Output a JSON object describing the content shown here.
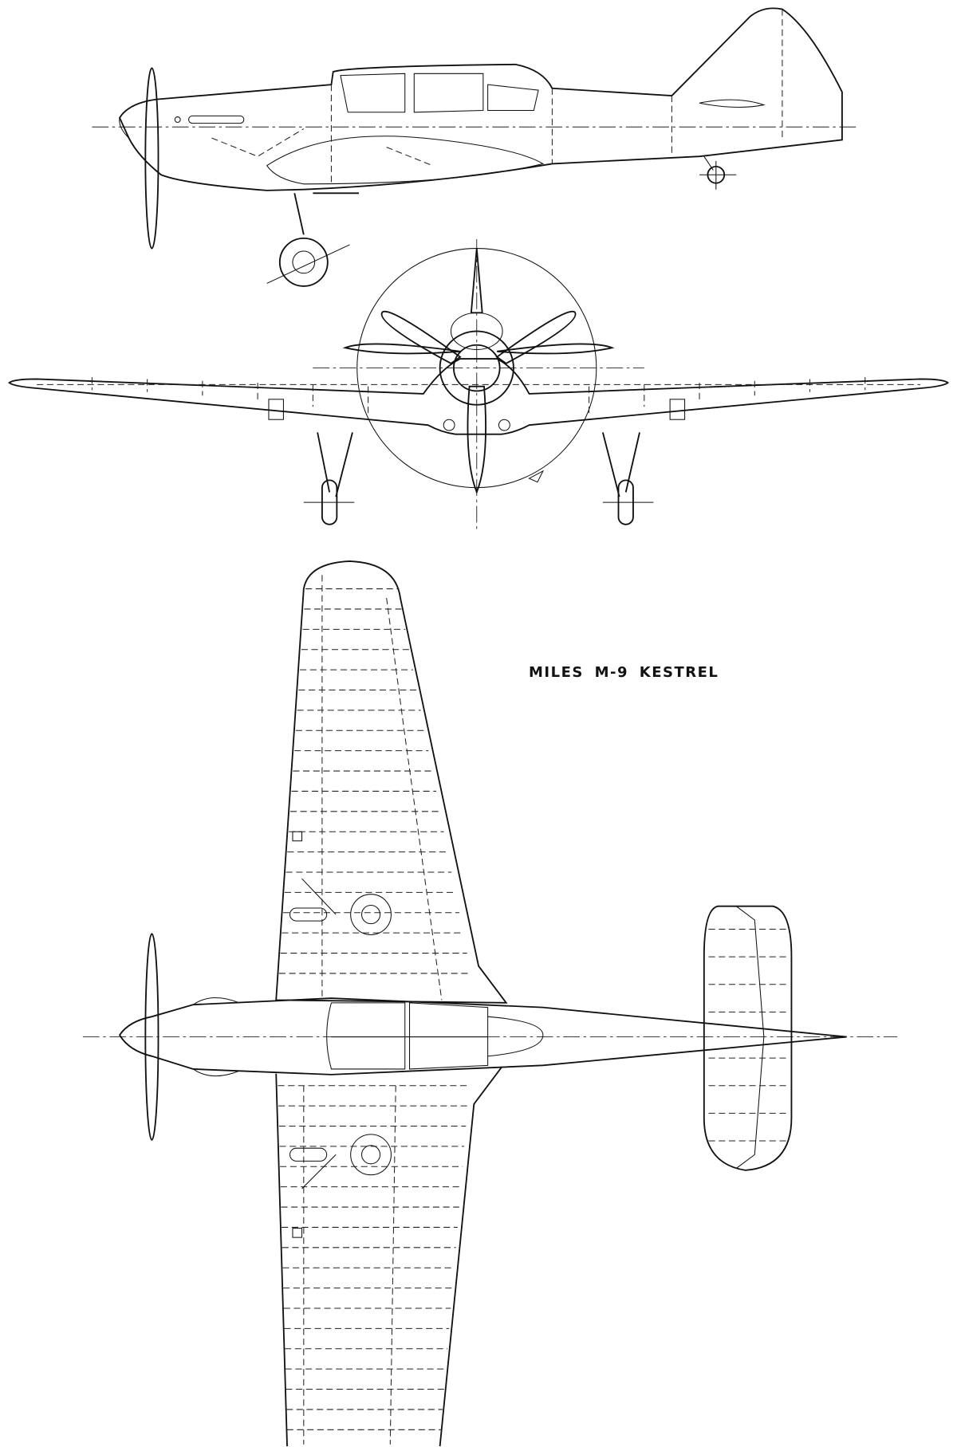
{
  "drawing": {
    "title": "MILES  M-9  KESTREL",
    "views": [
      "side-view",
      "front-view",
      "plan-view"
    ]
  }
}
